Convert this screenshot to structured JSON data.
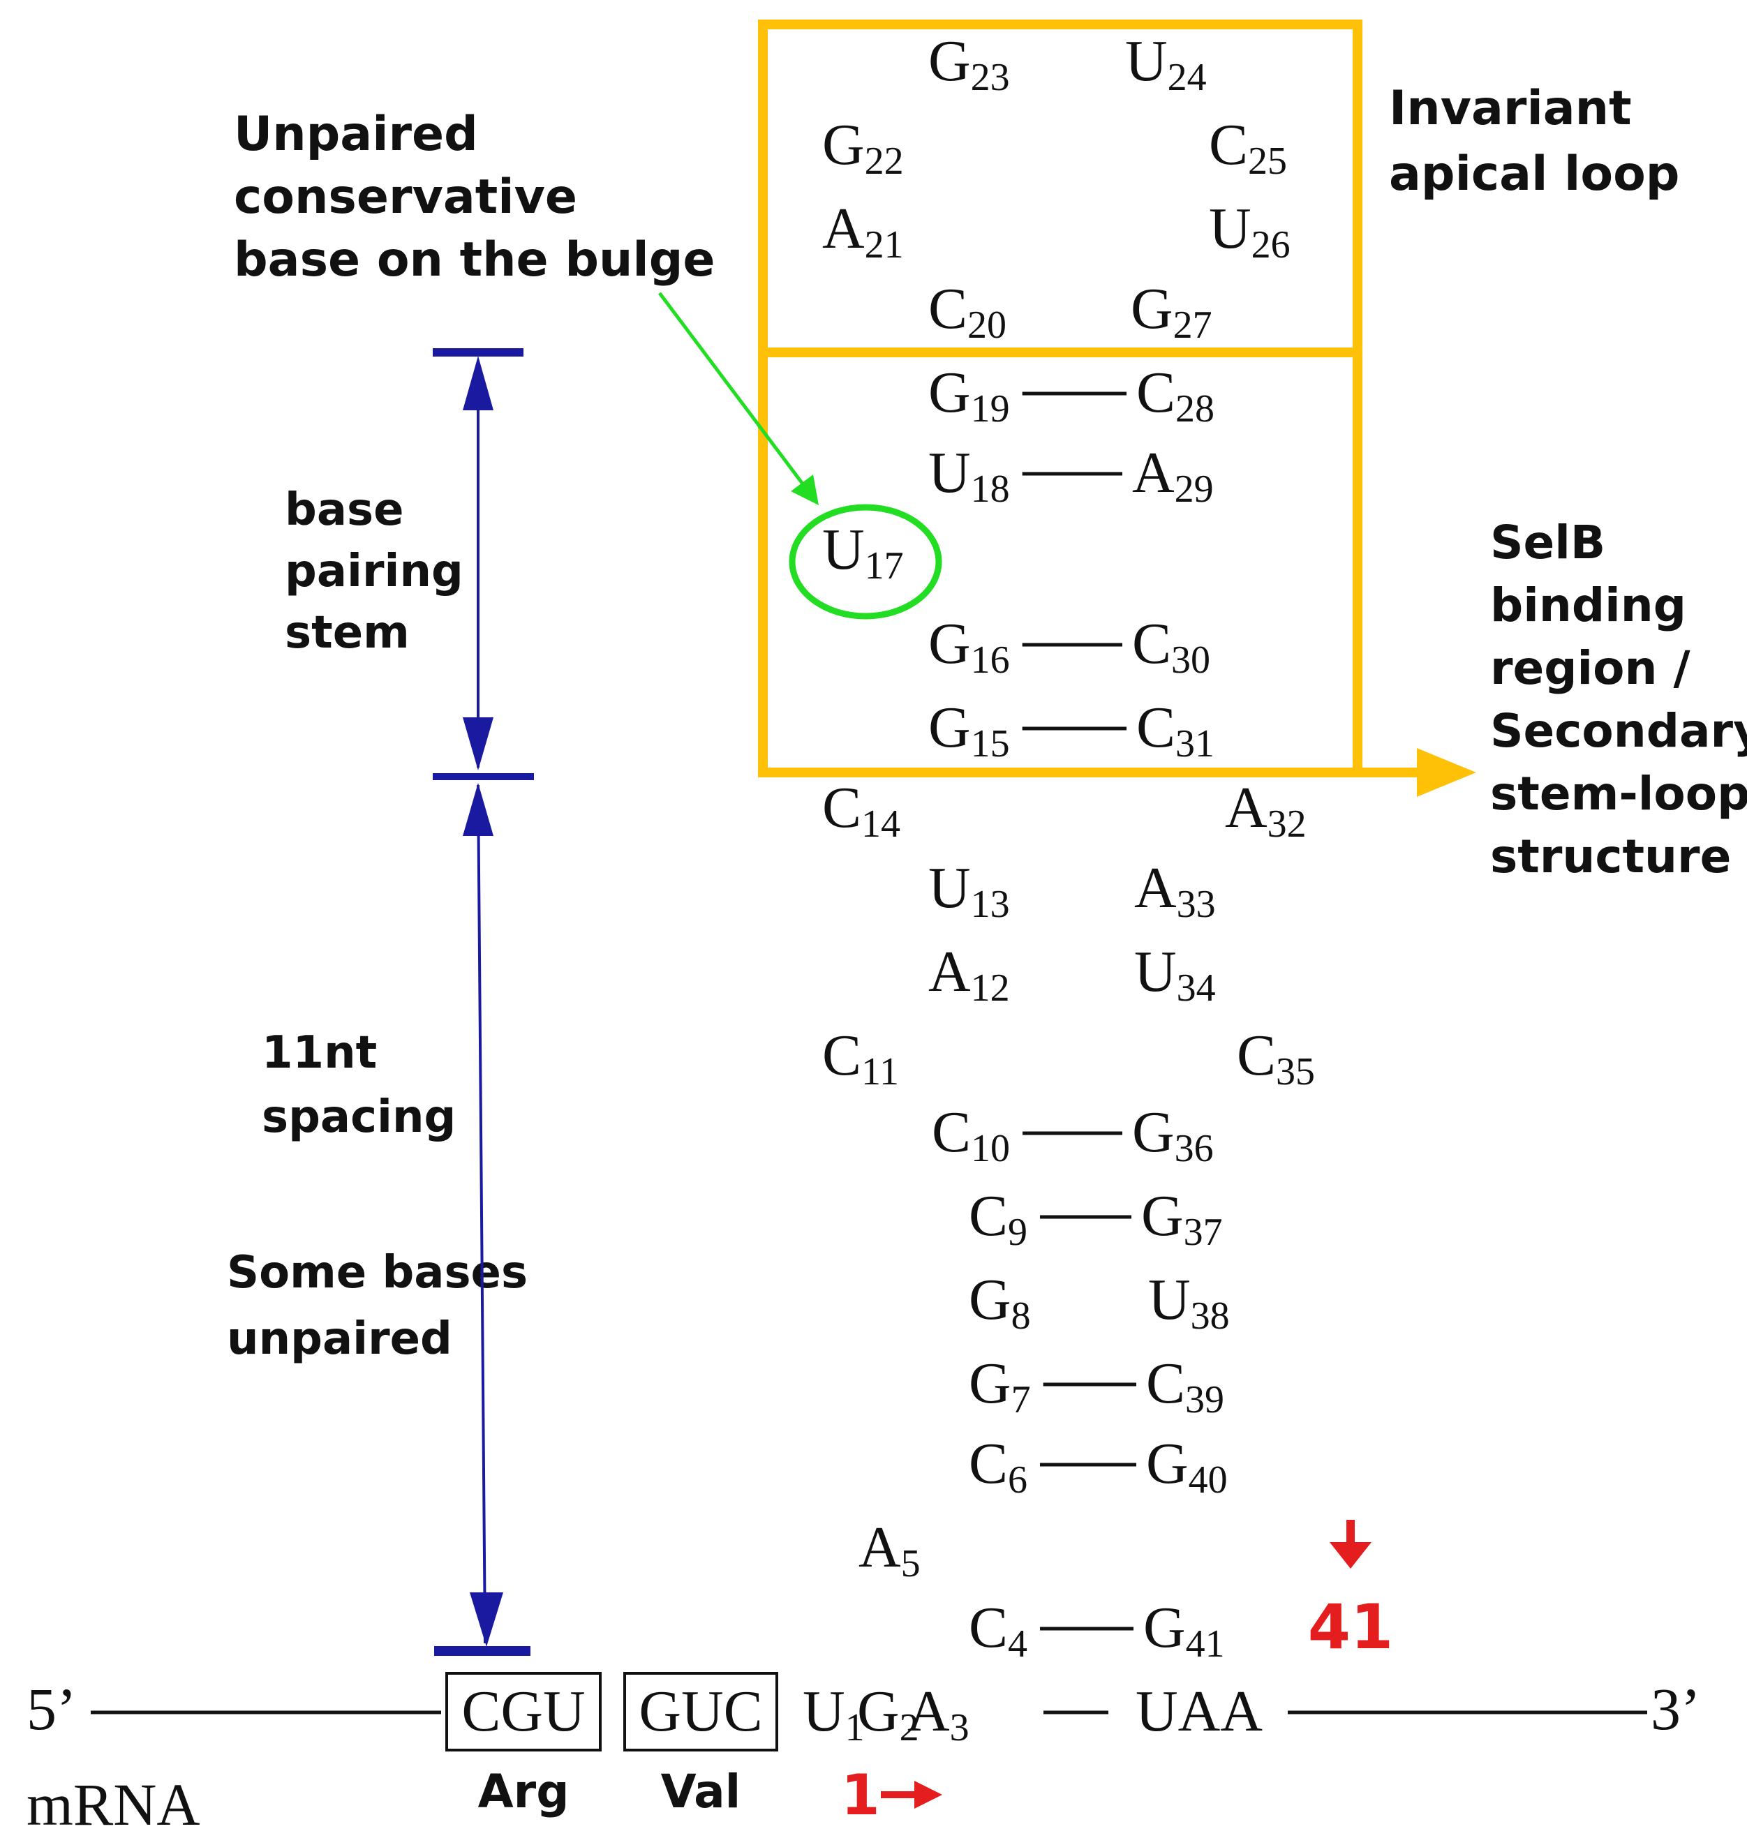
{
  "colors": {
    "highlight_box": "#ffc107",
    "bulge_marker": "#22dd22",
    "measure_arrows": "#1a1aa0",
    "numbering": "#e41e1e",
    "text": "#111111"
  },
  "labels": {
    "unpaired_bulge": [
      "Unpaired",
      "conservative",
      "base on the bulge"
    ],
    "apical_loop": [
      "Invariant",
      "apical loop"
    ],
    "base_pairing_stem": [
      "base",
      "pairing",
      "stem"
    ],
    "spacing": [
      "11nt",
      "spacing"
    ],
    "some_unpaired": [
      "Some bases",
      "unpaired"
    ],
    "selb_region": [
      "SelB",
      "binding",
      "region  /",
      "Secondary",
      "stem-loop",
      "structure"
    ]
  },
  "bases": [
    {
      "id": "u1",
      "base": "U",
      "num": "1"
    },
    {
      "id": "g2",
      "base": "G",
      "num": "2"
    },
    {
      "id": "a3",
      "base": "A",
      "num": "3"
    },
    {
      "id": "c4",
      "base": "C",
      "num": "4"
    },
    {
      "id": "a5",
      "base": "A",
      "num": "5"
    },
    {
      "id": "c6",
      "base": "C",
      "num": "6"
    },
    {
      "id": "g7",
      "base": "G",
      "num": "7"
    },
    {
      "id": "g8",
      "base": "G",
      "num": "8"
    },
    {
      "id": "c9",
      "base": "C",
      "num": "9"
    },
    {
      "id": "c10",
      "base": "C",
      "num": "10"
    },
    {
      "id": "c11",
      "base": "C",
      "num": "11"
    },
    {
      "id": "a12",
      "base": "A",
      "num": "12"
    },
    {
      "id": "u13",
      "base": "U",
      "num": "13"
    },
    {
      "id": "c14",
      "base": "C",
      "num": "14"
    },
    {
      "id": "g15",
      "base": "G",
      "num": "15"
    },
    {
      "id": "g16",
      "base": "G",
      "num": "16"
    },
    {
      "id": "u17",
      "base": "U",
      "num": "17"
    },
    {
      "id": "u18",
      "base": "U",
      "num": "18"
    },
    {
      "id": "g19",
      "base": "G",
      "num": "19"
    },
    {
      "id": "c20",
      "base": "C",
      "num": "20"
    },
    {
      "id": "a21",
      "base": "A",
      "num": "21"
    },
    {
      "id": "g22",
      "base": "G",
      "num": "22"
    },
    {
      "id": "g23",
      "base": "G",
      "num": "23"
    },
    {
      "id": "u24",
      "base": "U",
      "num": "24"
    },
    {
      "id": "c25",
      "base": "C",
      "num": "25"
    },
    {
      "id": "u26",
      "base": "U",
      "num": "26"
    },
    {
      "id": "g27",
      "base": "G",
      "num": "27"
    },
    {
      "id": "c28",
      "base": "C",
      "num": "28"
    },
    {
      "id": "a29",
      "base": "A",
      "num": "29"
    },
    {
      "id": "c30",
      "base": "C",
      "num": "30"
    },
    {
      "id": "c31",
      "base": "C",
      "num": "31"
    },
    {
      "id": "a32",
      "base": "A",
      "num": "32"
    },
    {
      "id": "a33",
      "base": "A",
      "num": "33"
    },
    {
      "id": "u34",
      "base": "U",
      "num": "34"
    },
    {
      "id": "c35",
      "base": "C",
      "num": "35"
    },
    {
      "id": "g36",
      "base": "G",
      "num": "36"
    },
    {
      "id": "g37",
      "base": "G",
      "num": "37"
    },
    {
      "id": "u38",
      "base": "U",
      "num": "38"
    },
    {
      "id": "c39",
      "base": "C",
      "num": "39"
    },
    {
      "id": "g40",
      "base": "G",
      "num": "40"
    },
    {
      "id": "g41",
      "base": "G",
      "num": "41"
    }
  ],
  "pairs": [
    [
      "g19",
      "c28"
    ],
    [
      "u18",
      "a29"
    ],
    [
      "g16",
      "c30"
    ],
    [
      "g15",
      "c31"
    ],
    [
      "c10",
      "g36"
    ],
    [
      "c9",
      "g37"
    ],
    [
      "g7",
      "c39"
    ],
    [
      "c6",
      "g40"
    ],
    [
      "c4",
      "g41"
    ]
  ],
  "mrna": {
    "five_prime": "5’",
    "three_prime": "3’",
    "label": "mRNA",
    "codons": [
      {
        "text": "CGU",
        "aa": "Arg"
      },
      {
        "text": "GUC",
        "aa": "Val"
      }
    ],
    "stop_codon": "UAA",
    "dash": "—"
  },
  "numbering": {
    "start": "1",
    "end": "41"
  }
}
